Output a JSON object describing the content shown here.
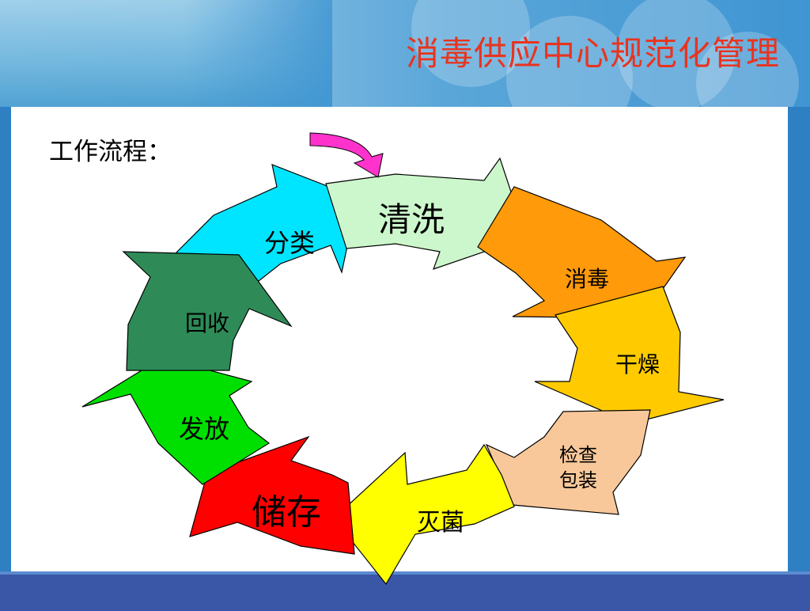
{
  "title": "消毒供应中心规范化管理",
  "subtitle": "工作流程：",
  "steps": {
    "qingxi": "清洗",
    "xiaodu": "消毒",
    "ganzao": "干燥",
    "jiancha_1": "检查",
    "jiancha_2": "包装",
    "miejun": "灭菌",
    "chucun": "储存",
    "fafang": "发放",
    "huishou": "回收",
    "fenlei": "分类"
  },
  "colors": {
    "title": "#e8341f",
    "qingxi": "#ccf7cc",
    "xiaodu": "#ff9a0a",
    "ganzao": "#ffcb00",
    "jiancha": "#f8c89a",
    "miejun": "#ffff00",
    "chucun": "#ff0000",
    "fafang": "#00e000",
    "huishou": "#2e8b57",
    "fenlei": "#00e5ff",
    "start_arrow": "#ff33cc"
  }
}
